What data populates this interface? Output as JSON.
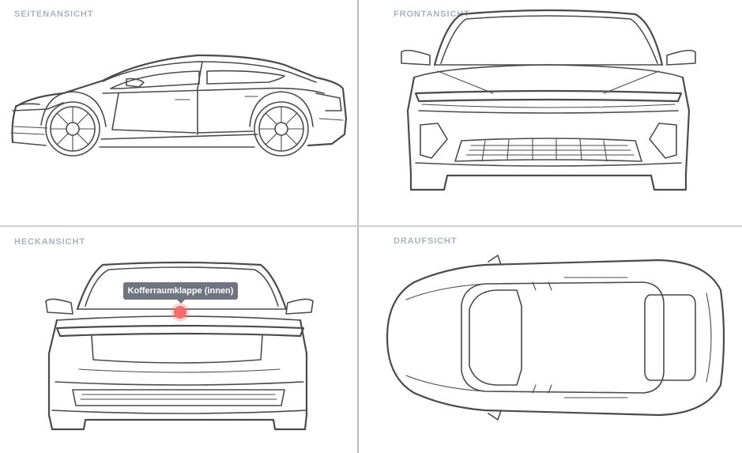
{
  "views": {
    "side": {
      "label": "SEITENANSICHT"
    },
    "front": {
      "label": "FRONTANSICHT"
    },
    "rear": {
      "label": "HECKANSICHT"
    },
    "top": {
      "label": "DRAUFSICHT"
    }
  },
  "hotspot": {
    "tooltip": "Kofferraumklappe (innen)",
    "color": "#f26c6c"
  },
  "colors": {
    "line": "#4b4b4b",
    "label": "#aab2c0",
    "divider": "#bcbcbc",
    "tooltip_bg": "#6f7480"
  }
}
